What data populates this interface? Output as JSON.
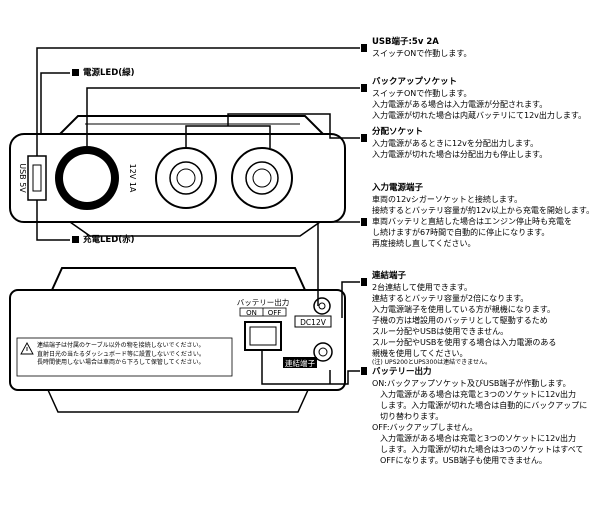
{
  "callouts": {
    "usb_port": {
      "title": "USB端子:5v 2A",
      "lines": [
        "スイッチONで作動します。"
      ]
    },
    "backup_socket": {
      "title": "バックアップソケット",
      "lines": [
        "スイッチONで作動します。",
        "入力電源がある場合は入力電源が分配されます。",
        "入力電源が切れた場合は内蔵バッテリにて12v出力します。"
      ]
    },
    "split_socket": {
      "title": "分配ソケット",
      "lines": [
        "入力電源があるときに12vを分配出力します。",
        "入力電源が切れた場合は分配出力も停止します。"
      ]
    },
    "input_terminal": {
      "title": "入力電源端子",
      "lines": [
        "車両の12vシガーソケットと接続します。",
        "接続するとバッテリ容量が約12v以上から充電を開始します。",
        "車両バッテリと直結した場合はエンジン停止時も充電を",
        "し続けますが67時間で自動的に停止になります。",
        "再度接続し直してください。"
      ]
    },
    "link_terminal": {
      "title": "連結端子",
      "lines": [
        "2台連結して使用できます。",
        "連結するとバッテリ容量が2倍になります。",
        "入力電源端子を使用している方が親機になります。",
        "子機の方は増設用のバッテリとして駆動するため",
        "スルー分配やUSBは使用できません。",
        "スルー分配やUSBを使用する場合は入力電源のある",
        "親機を使用してください。"
      ],
      "note": "(注) UPS200とUPS300は連結できません。"
    },
    "battery_output": {
      "title": "バッテリー出力",
      "lines": [
        "ON:バックアップソケット及びUSB端子が作動します。",
        "　入力電源がある場合は充電と3つのソケットに12v出力",
        "　します。入力電源が切れた場合は自動的にバックアップに",
        "　切り替わります。",
        "OFF:バックアップしません。",
        "　入力電源がある場合は充電と3つのソケットに12v出力",
        "　します。入力電源が切れた場合は3つのソケットはすべて",
        "　OFFになります。USB端子も使用できません。"
      ]
    }
  },
  "left_labels": {
    "power_led": "電源LED(緑)",
    "charge_led": "充電LED(赤)"
  },
  "device_labels": {
    "usb": "USB 5V",
    "socket": "12V 1A",
    "battery_switch": "バッテリー出力",
    "switch_on": "ON",
    "switch_off": "OFF",
    "dc_port": "DC12V",
    "link_port": "連結端子"
  },
  "warning": [
    "連結端子は付属のケーブル以外の物を接続しないでください。",
    "直射日光の当たるダッシュボード等に設置しないでください。",
    "長時間使用しない場合は車両から下ろして保管してください。"
  ]
}
